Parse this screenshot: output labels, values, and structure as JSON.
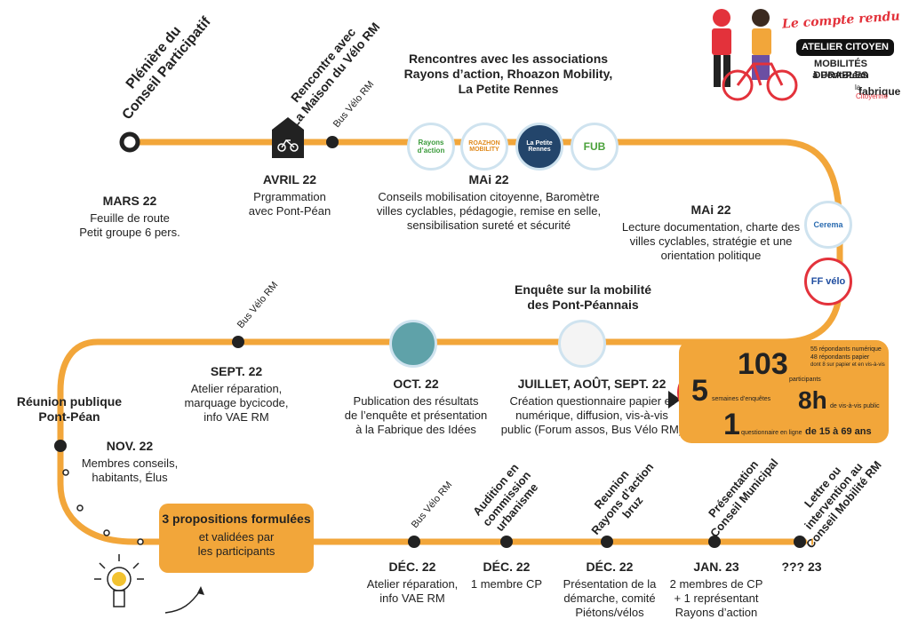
{
  "brand": {
    "tagline": "Le compte rendu",
    "badge": "ATELIER CITOYEN",
    "subtitle_line1": "MOBILITÉS DURABLES",
    "subtitle_line2": "à Pont-Péan",
    "org_top": "fabrique",
    "org_bottom": "Citoyenne",
    "org_prefix": "la"
  },
  "colors": {
    "track": "#f2a63a",
    "accent_red": "#e3323b",
    "dark": "#222222",
    "purple": "#6b4fa3"
  },
  "top": {
    "pleniere": "Plénière du\nConseil Participatif",
    "rencontre": "Rencontre avec\nLa Maison du Vélo RM",
    "bus1": "Bus Vélo RM",
    "assoc_title": "Rencontres avec les associations\nRayons d’action, Rhoazon Mobility,\nLa Petite Rennes",
    "logos": [
      "Rayons d’action",
      "ROAZHON MOBILITY",
      "La Petite Rennes",
      "FUB"
    ]
  },
  "row1": {
    "mars_date": "MARS 22",
    "mars_text": "Feuille de route\nPetit groupe 6 pers.",
    "avril_date": "AVRIL 22",
    "avril_text": "Prgrammation\navec Pont-Péan",
    "mai_date": "MAi 22",
    "mai_text": "Conseils mobilisation citoyenne, Baromètre\nvilles cyclables, pédagogie, remise en selle,\nsensibilisation sureté et sécurité",
    "mai2_date": "MAi 22",
    "mai2_text": "Lecture documentation, charte des\nvilles cyclables, stratégie et une\norientation politique",
    "logo_cerema": "Cerema",
    "logo_ffvelo": "FF vélo"
  },
  "row2": {
    "bus2": "Bus Vélo RM",
    "sept_date": "SEPT. 22",
    "sept_text": "Atelier réparation,\nmarquage bycicode,\ninfo VAE RM",
    "oct_date": "OCT. 22",
    "oct_text": "Publication des résultats\nde l’enquête et présentation\nà la Fabrique des Idées",
    "enquete_title": "Enquête sur la mobilité\ndes Pont-Péannais",
    "juillet_date": "JUILLET, AOÛT, SEPT. 22",
    "juillet_text": "Création questionnaire papier et\nnumérique, diffusion, vis-à-vis\npublic (Forum assos, Bus Vélo RM)"
  },
  "stats": {
    "participants_num": "103",
    "participants_label": "participants",
    "num_note1": "55 répondants numérique",
    "num_note2": "48 répondants papier",
    "num_note3": "dont 8 sur papier et en vis-à-vis",
    "weeks_num": "5",
    "weeks_label": "semaines d’enquêtes",
    "hours_num": "8h",
    "hours_label": "de vis-à-vis public",
    "online_num": "1",
    "online_label": "questionnaire en ligne",
    "ages": "de 15 à 69 ans"
  },
  "row3": {
    "reunion": "Réunion publique\nPont-Péan",
    "nov_date": "NOV. 22",
    "nov_text": "Membres conseils,\nhabitants, Élus",
    "prop_title": "3 propositions formulées",
    "prop_text": "et validées par\nles participants",
    "bus3": "Bus Vélo RM",
    "audition": "Audition en\ncommission\nurbanisme",
    "reunion_bruz": "Reunion\nRayons d’action\nbruz",
    "presentation": "Présentation\nConseil Municipal",
    "lettre": "Lettre ou\nintervention au\nConseil Mobilité RM",
    "dec1_date": "DÉC. 22",
    "dec1_text": "Atelier réparation,\ninfo VAE RM",
    "dec2_date": "DÉC. 22",
    "dec2_text": "1 membre CP",
    "dec3_date": "DÉC. 22",
    "dec3_text": "Présentation de la\ndémarche, comité\nPiétons/vélos",
    "jan_date": "JAN. 23",
    "jan_text": "2 membres de CP\n+ 1 représentant\nRayons d’action",
    "q_date": "??? 23"
  }
}
